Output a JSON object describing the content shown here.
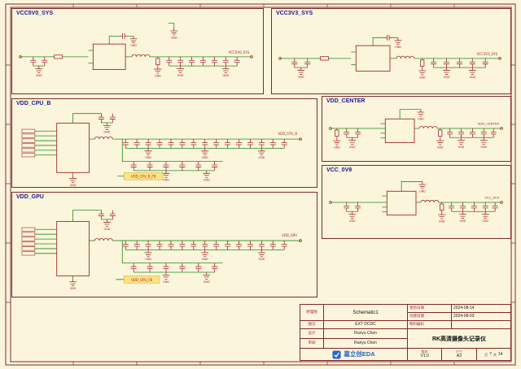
{
  "sheet": {
    "labels": {
      "gnd": "GND"
    },
    "colors": {
      "background": "#FBF5DC",
      "frame": "#7E2A2A",
      "wire_green": "#1E8E1E",
      "component_red": "#A02828",
      "block_title_blue": "#18188F",
      "highlight_yellow": "#FFE483",
      "logo_blue": "#2668C5"
    },
    "blocks": [
      {
        "title": "VCC5V0_SYS",
        "out_label": "VCC5V0_SYS"
      },
      {
        "title": "VCC3V3_SYS",
        "out_label": "VCC3V3_SYS"
      },
      {
        "title": "VDD_CPU_B",
        "out_label": "VDD_CPU_B",
        "fb_label": "VDD_CPU_B_FB"
      },
      {
        "title": "VDD_CENTER",
        "out_label": "VDD_CENTER"
      },
      {
        "title": "VCC_0V9",
        "out_label": "VCC_0V9"
      },
      {
        "title": "VDD_GPU",
        "out_label": "VDD_GPU",
        "fb_label": "VDD_GPU_FB"
      }
    ]
  },
  "title_block": {
    "schematic_label": "原理图",
    "schematic_name": "Schematic1",
    "updated_label": "更新日期",
    "updated_date": "2024-08-14",
    "created_label": "创建日期",
    "created_date": "2024-08-03",
    "sheet_label": "图页",
    "sheet_name": "EXT DCDC",
    "material_label": "物料编码",
    "material_value": "",
    "design_label": "设计",
    "designer": "Runyu Chen",
    "review_label": "审阅",
    "reviewer": "Runyu Chen",
    "project_name": "RK高清摄像头记录仪",
    "logo_text": "嘉立创EDA",
    "version_label": "版本",
    "version_value": "V1.0",
    "size_label": "尺寸",
    "size_value": "A3",
    "page_label": "页",
    "page_value": "7",
    "of_label": "共",
    "total_value": "14"
  }
}
